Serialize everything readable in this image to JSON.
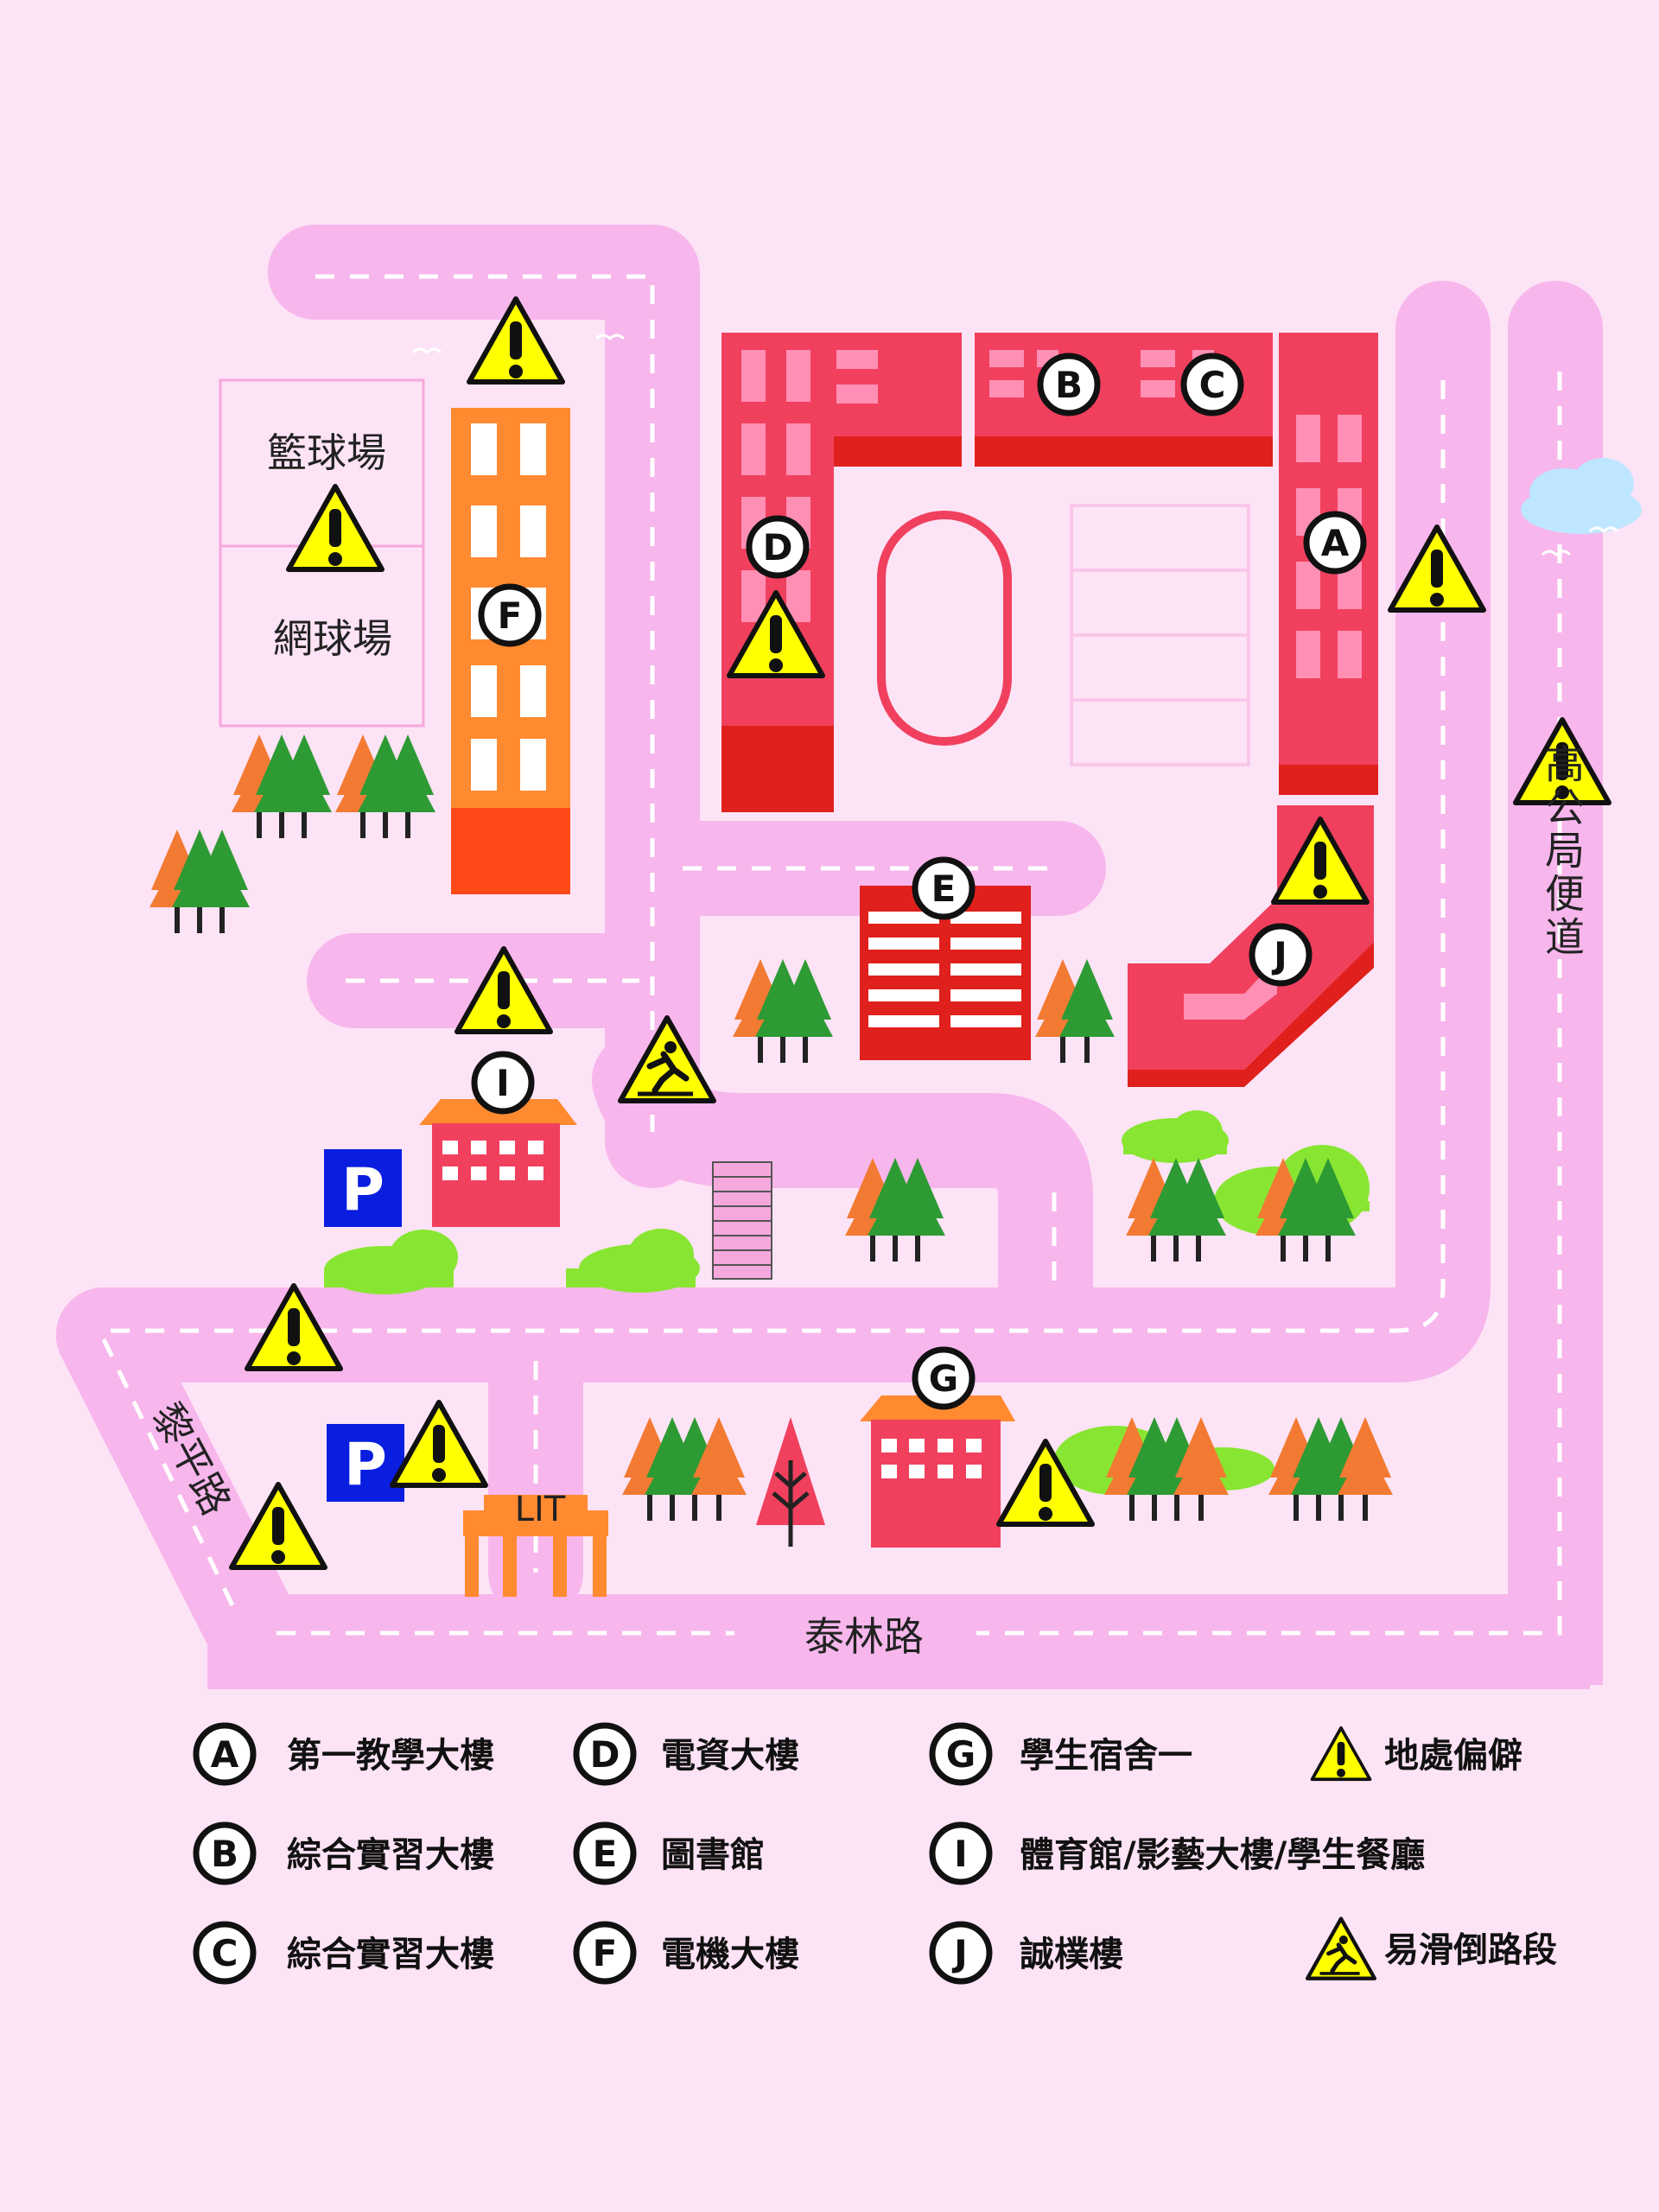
{
  "colors": {
    "background": "#fde3f6",
    "road": "#f7b6ec",
    "building_red": "#f0405e",
    "building_dark": "#e0201c",
    "building_orange": "#ff8a30",
    "tree_green": "#2e9a34",
    "tree_orange": "#f27a32",
    "warning_yellow": "#ffff00",
    "parking_blue": "#0a1ee0"
  },
  "markers": {
    "A": "A",
    "B": "B",
    "C": "C",
    "D": "D",
    "E": "E",
    "F": "F",
    "G": "G",
    "I": "I",
    "J": "J"
  },
  "map_labels": {
    "basketball": "籃球場",
    "tennis": "網球場",
    "parking": "P",
    "gate": "LIT",
    "road_bottom": "泰林路",
    "road_right": "高公局便道",
    "road_left": "黎平路"
  },
  "legend": {
    "items": [
      {
        "code": "A",
        "label": "第一教學大樓"
      },
      {
        "code": "B",
        "label": "綜合實習大樓"
      },
      {
        "code": "C",
        "label": "綜合實習大樓"
      },
      {
        "code": "D",
        "label": "電資大樓"
      },
      {
        "code": "E",
        "label": "圖書館"
      },
      {
        "code": "F",
        "label": "電機大樓"
      },
      {
        "code": "G",
        "label": "學生宿舍一"
      },
      {
        "code": "I",
        "label": "體育館/影藝大樓/學生餐廳"
      },
      {
        "code": "J",
        "label": "誠樸樓"
      }
    ],
    "warning_label": "地處偏僻",
    "slippery_label": "易滑倒路段"
  }
}
